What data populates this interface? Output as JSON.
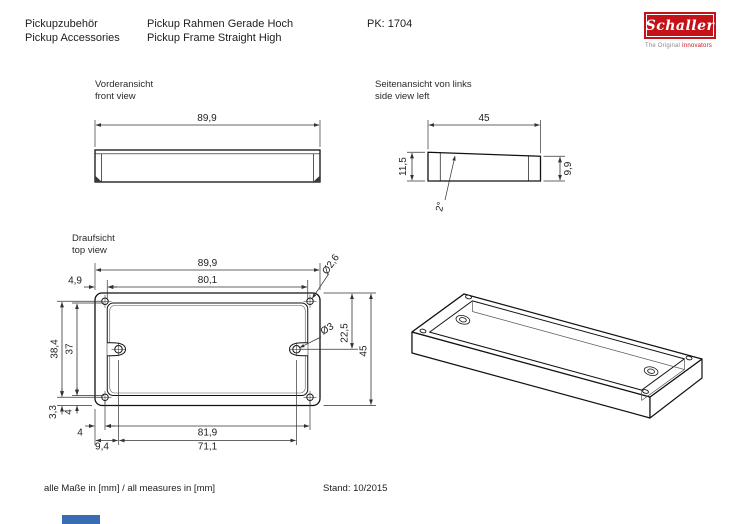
{
  "header": {
    "category_line1": "Pickupzubehör",
    "category_line2": "Pickup Accessories",
    "title_line1": "Pickup Rahmen Gerade Hoch",
    "title_line2": "Pickup Frame Straight High",
    "part_no": "PK: 1704"
  },
  "brand": {
    "name": "Schaller",
    "tagline_left": "The Original",
    "tagline_right": "Innovators",
    "color": "#c41218"
  },
  "front_view": {
    "label_de": "Vorderansicht",
    "label_en": "front view",
    "dim_length": "89,9"
  },
  "side_view": {
    "label_de": "Seitenansicht von links",
    "label_en": "side view left",
    "dim_depth": "45",
    "dim_height_left": "11,5",
    "dim_height_right": "9,9",
    "dim_angle": "2°"
  },
  "top_view": {
    "label_de": "Draufsicht",
    "label_en": "top view",
    "dim_outer_length": "89,9",
    "dim_opening_length": "80,1",
    "dim_opening_offset": "4,9",
    "dim_corner_hole_dia": "Ø2,6",
    "dim_screw_hole_dia": "Ø3",
    "dim_half_depth": "22,5",
    "dim_outer_depth": "45",
    "dim_corner_hole_spacing_v": "38,4",
    "dim_opening_depth": "37",
    "dim_corner_hole_offset_bottom": "3,3",
    "dim_opening_offset_v": "4",
    "dim_corner_hole_offset_side": "4",
    "dim_corner_hole_spacing_h": "81,9",
    "dim_screw_hole_offset": "9,4",
    "dim_screw_hole_spacing": "71,1"
  },
  "footer": {
    "measures_note": "alle Maße in [mm] / all measures in [mm]",
    "revision": "Stand: 10/2015"
  }
}
